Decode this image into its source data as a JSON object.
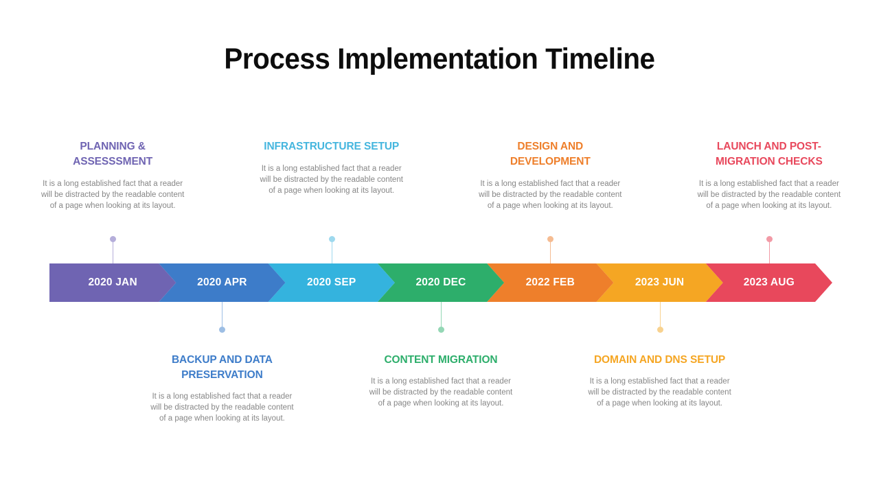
{
  "title": "Process Implementation Timeline",
  "timeline": {
    "segments": [
      {
        "label": "2020 JAN",
        "color": "#6F64B2"
      },
      {
        "label": "2020 APR",
        "color": "#3D7CC9"
      },
      {
        "label": "2020 SEP",
        "color": "#34B3DE"
      },
      {
        "label": "2020 DEC",
        "color": "#2DAE6B"
      },
      {
        "label": "2022 FEB",
        "color": "#EE7F2B"
      },
      {
        "label": "2023 JUN",
        "color": "#F5A623"
      },
      {
        "label": "2023 AUG",
        "color": "#E8485C"
      }
    ]
  },
  "callouts": {
    "above": [
      {
        "title": "PLANNING & ASSESSSMENT",
        "body": "It is a long established fact that a reader will be distracted by the readable content of a page when looking at its layout.",
        "color": "#6F64B2",
        "connector_color": "#B5AEDA"
      },
      {
        "title": "INFRASTRUCTURE SETUP",
        "body": "It is a long established fact that a reader will be distracted by the readable content of a page when looking at its layout.",
        "color": "#45B6DE",
        "connector_color": "#9ED9EE"
      },
      {
        "title": "DESIGN AND DEVELOPMENT",
        "body": "It is a long established fact that a reader will be distracted by the readable content of a page when looking at its layout.",
        "color": "#EE7F2B",
        "connector_color": "#F5BC92"
      },
      {
        "title": "LAUNCH AND POST-MIGRATION CHECKS",
        "body": "It is a long established fact that a reader will be distracted by the readable content of a page when looking at its layout.",
        "color": "#E8485C",
        "connector_color": "#F29AA6"
      }
    ],
    "below": [
      {
        "title": "BACKUP AND DATA PRESERVATION",
        "body": "It is a long established fact that a reader will be distracted by the readable content of a page when looking at its layout.",
        "color": "#3D7CC9",
        "connector_color": "#9DBEE4"
      },
      {
        "title": "CONTENT MIGRATION",
        "body": "It is a long established fact that a reader will be distracted by the readable content of a page when looking at its layout.",
        "color": "#2DAE6B",
        "connector_color": "#94D7B5"
      },
      {
        "title": "DOMAIN AND DNS SETUP",
        "body": "It is a long established fact that a reader will be distracted by the readable content of a page when looking at its layout.",
        "color": "#F5A623",
        "connector_color": "#F8D28F"
      }
    ]
  }
}
